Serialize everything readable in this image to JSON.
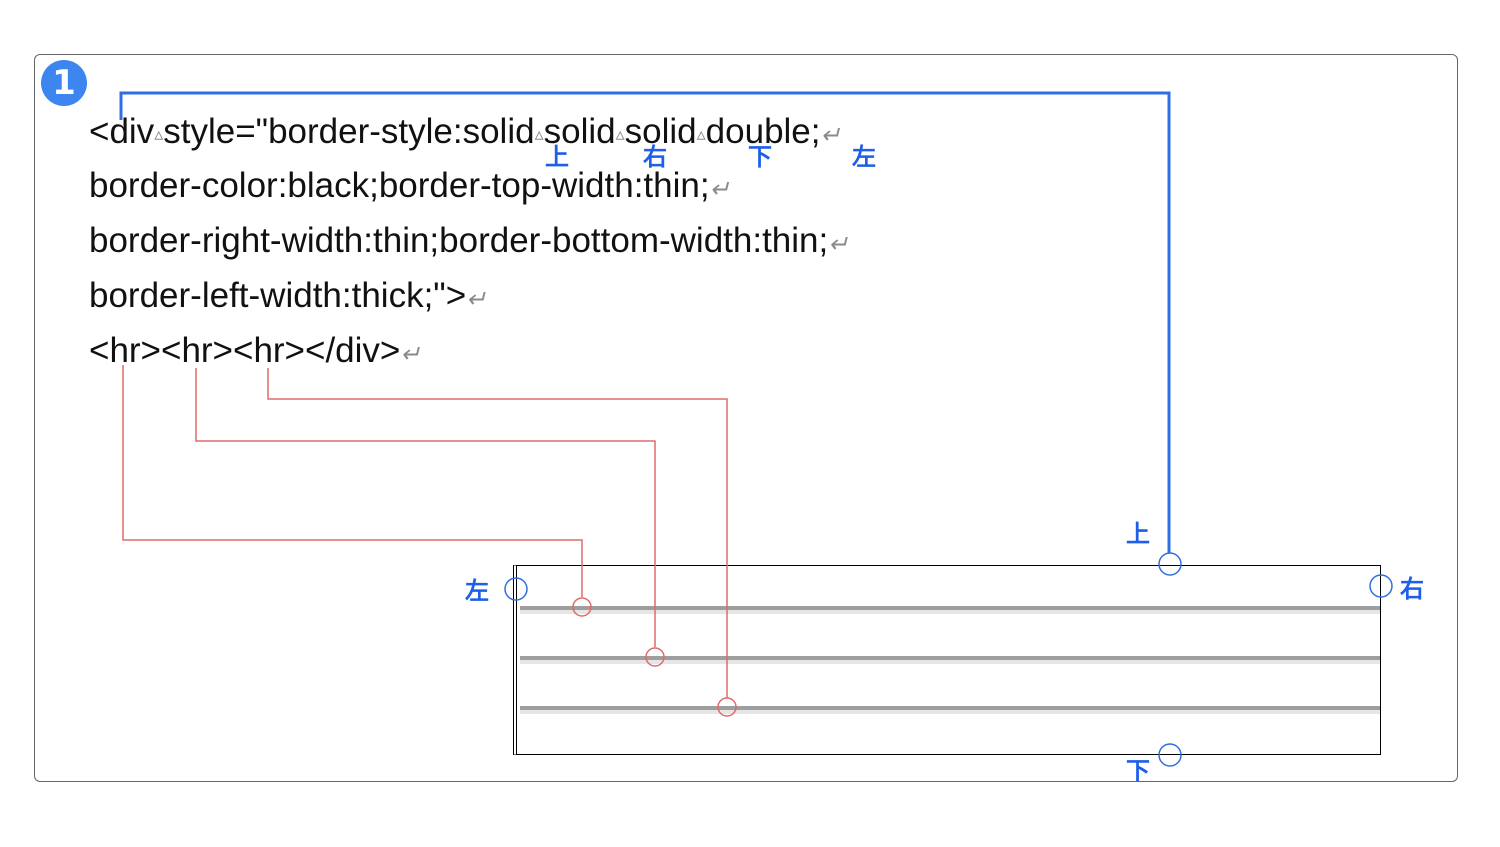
{
  "step_badge": "1",
  "code": {
    "line1": {
      "t1": "<div",
      "t2": "style=\"border-style:solid",
      "t3": "solid",
      "t4": "solid",
      "t5": "double;"
    },
    "line2": "border-color:black;border-top-width:thin;",
    "line3": "border-right-width:thin;border-bottom-width:thin;",
    "line4": "border-left-width:thick;\">",
    "line5": "<hr><hr><hr></div>"
  },
  "glyphs": {
    "space_marker": "▵",
    "newline_marker": "↵"
  },
  "labels": {
    "top": "上",
    "right": "右",
    "bottom": "下",
    "left": "左"
  },
  "colors": {
    "blue_connector": "#2f6fe0",
    "red_connector": "#e06a6a",
    "badge": "#3d86f0"
  },
  "preview": {
    "border_style": [
      "solid",
      "solid",
      "solid",
      "double"
    ],
    "border_color": "black",
    "hr_count": 3
  }
}
